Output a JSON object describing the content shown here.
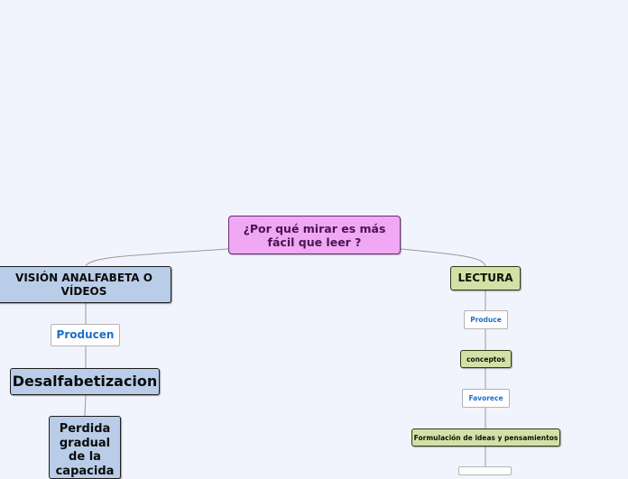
{
  "root": {
    "label": "¿Por qué mirar es más fácil que leer ?"
  },
  "left": {
    "main": "VISIÓN ANALFABETA O VÍDEOS",
    "link": "Producen",
    "child": "Desalfabetizacion",
    "grandchild": "Perdida gradual de la capacida"
  },
  "right": {
    "main": "LECTURA",
    "link1": "Produce",
    "child1": "conceptos",
    "link2": "Favorece",
    "child2": "Formulación de ideas y pensamientos"
  },
  "colors": {
    "root_fill": "#f0a8f5",
    "blue_node_fill": "#b9cde8",
    "green_node_fill": "#d3e1a7",
    "link_text": "#1e6fc6",
    "background": "#f1f4fc"
  }
}
